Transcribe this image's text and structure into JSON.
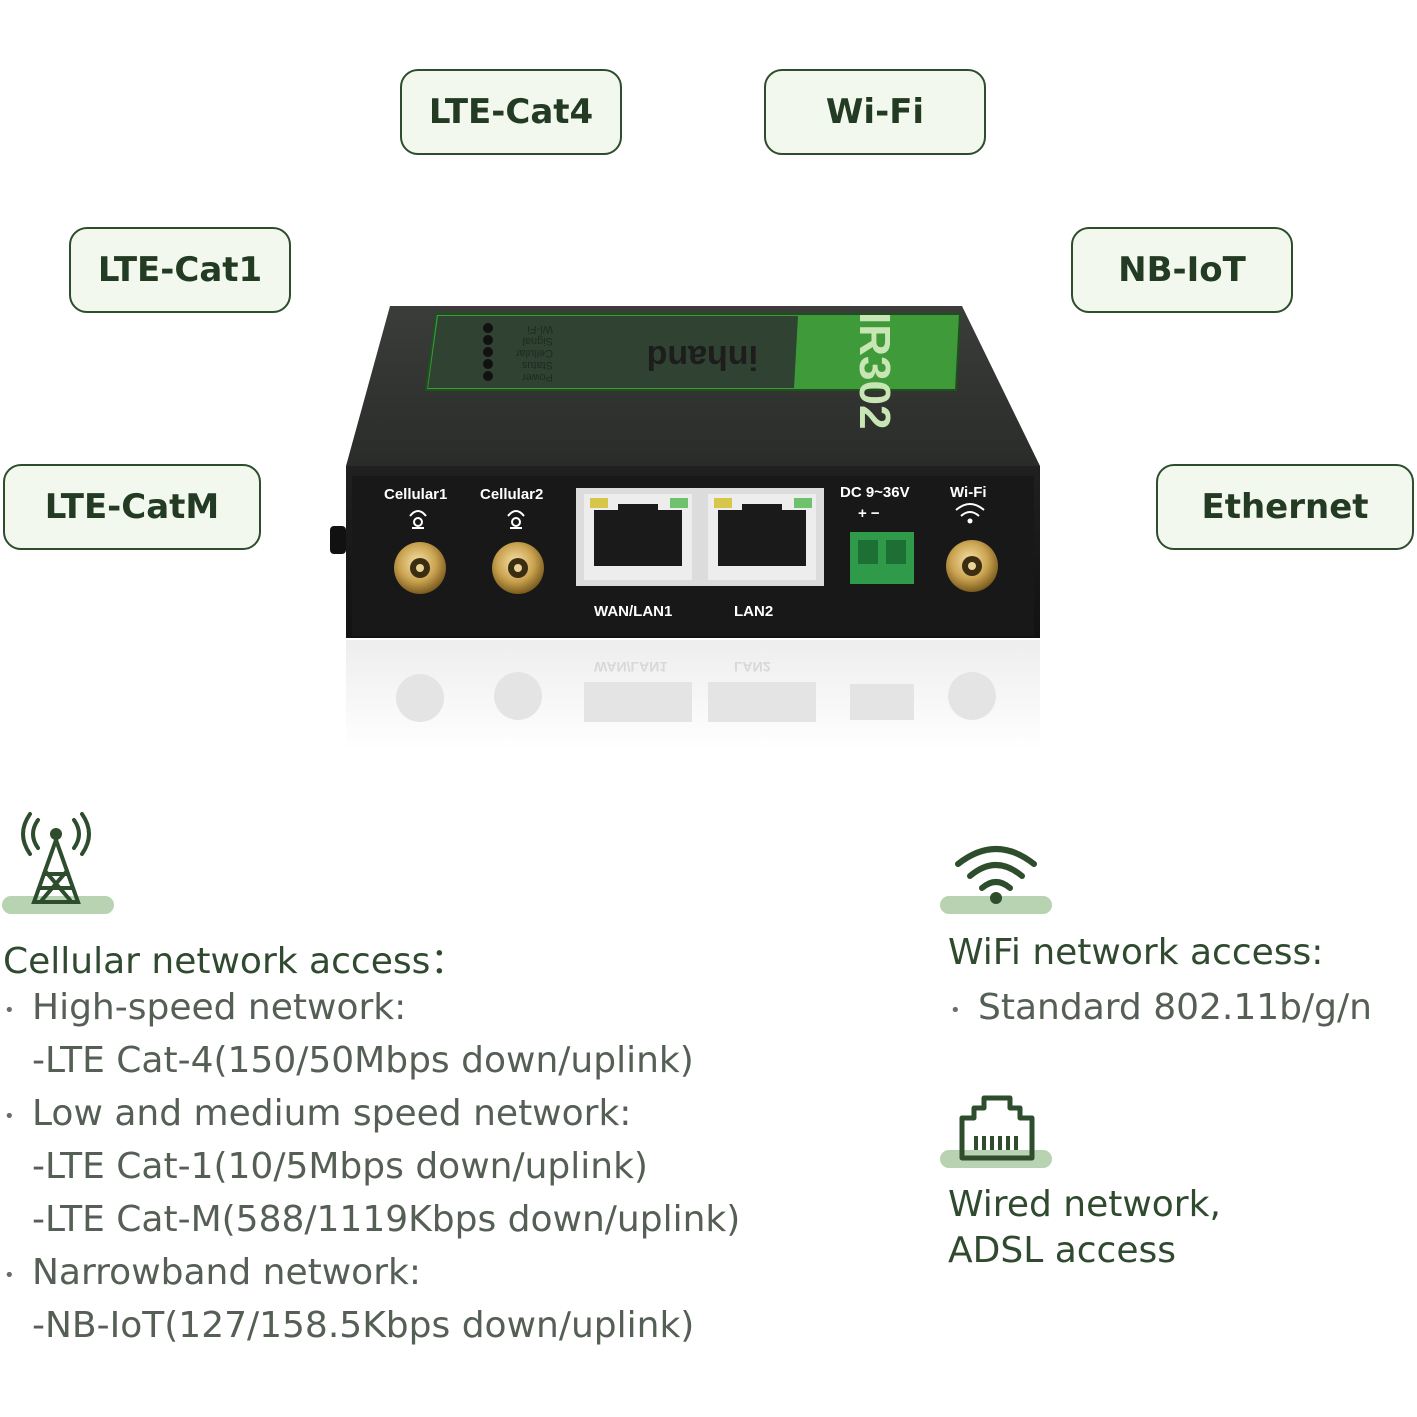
{
  "tags": {
    "cat4": "LTE-Cat4",
    "wifi": "Wi-Fi",
    "cat1": "LTE-Cat1",
    "nbiot": "NB-IoT",
    "catm": "LTE-CatM",
    "ethernet": "Ethernet"
  },
  "router": {
    "brand": "inhand",
    "model": "IR302",
    "led_labels": [
      "Power",
      "Status",
      "Cellular",
      "Signal",
      "Wi-Fi"
    ],
    "ports": {
      "cellular1": "Cellular1",
      "cellular2": "Cellular2",
      "wan": "WAN/LAN1",
      "lan2": "LAN2",
      "dc": "DC 9~36V",
      "polarity": "+ −",
      "wifi": "Wi-Fi"
    }
  },
  "cellular": {
    "title": "Cellular network access：",
    "lines": [
      "High-speed network:",
      "-LTE Cat-4(150/50Mbps down/uplink)",
      "Low and medium speed network:",
      "-LTE Cat-1(10/5Mbps down/uplink)",
      "-LTE Cat-M(588/1119Kbps down/uplink)",
      "Narrowband network:",
      "-NB-IoT(127/158.5Kbps down/uplink)"
    ]
  },
  "wifi": {
    "title": "WiFi network access:",
    "line": "Standard 802.11b/g/n"
  },
  "wired": {
    "line1": "Wired network,",
    "line2": "ADSL access"
  },
  "colors": {
    "accent_green": "#2d4d2d",
    "tag_fill": "#f2f8ee",
    "icon_bar": "#b7d3b2",
    "panel_green": "#3f9a3a"
  },
  "icons": [
    "cell-tower-icon",
    "wifi-icon",
    "ethernet-port-icon"
  ]
}
